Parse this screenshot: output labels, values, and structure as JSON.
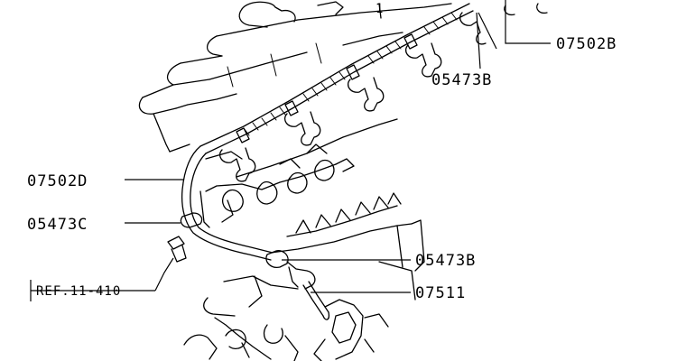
{
  "labels": {
    "hose_upper": "07502B",
    "clamp_upper": "05473B",
    "hose_left": "07502D",
    "clamp_left": "05473C",
    "clamp_lower": "05473B",
    "pipe": "07511",
    "reference": "REF.11-410",
    "top_mark": "1"
  }
}
